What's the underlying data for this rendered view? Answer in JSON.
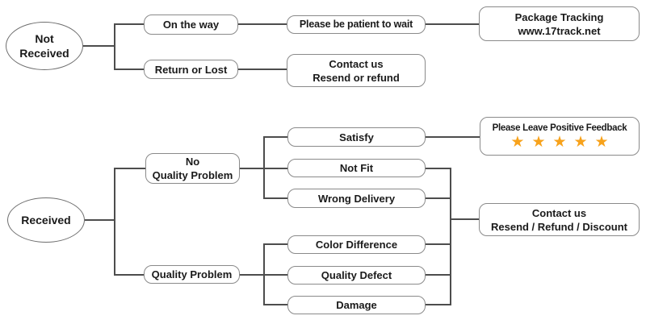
{
  "colors": {
    "background": "#ffffff",
    "connector_line": "#4d4d4d",
    "box_border": "#8a8a8a",
    "text": "#1a1a1a",
    "star": "#F7A21B"
  },
  "top_flow": {
    "start": {
      "line1": "Not",
      "line2": "Received"
    },
    "on_the_way": {
      "label": "On the way"
    },
    "please_wait": {
      "label": "Please be patient to wait"
    },
    "package_tracking": {
      "line1": "Package Tracking",
      "line2": "www.17track.net"
    },
    "return_or_lost": {
      "label": "Return or Lost"
    },
    "contact_resend_refund": {
      "line1": "Contact us",
      "line2": "Resend or refund"
    }
  },
  "bottom_flow": {
    "start": {
      "label": "Received"
    },
    "no_quality_problem": {
      "line1": "No",
      "line2": "Quality Problem"
    },
    "quality_problem": {
      "label": "Quality Problem"
    },
    "satisfy": {
      "label": "Satisfy"
    },
    "not_fit": {
      "label": "Not Fit"
    },
    "wrong_delivery": {
      "label": "Wrong Delivery"
    },
    "feedback": {
      "title": "Please Leave Positive Feedback",
      "stars": "★★★★★",
      "star_count": 5
    },
    "color_difference": {
      "label": "Color Difference"
    },
    "quality_defect": {
      "label": "Quality Defect"
    },
    "damage": {
      "label": "Damage"
    },
    "contact_discount": {
      "line1": "Contact us",
      "line2": "Resend / Refund / Discount"
    }
  }
}
